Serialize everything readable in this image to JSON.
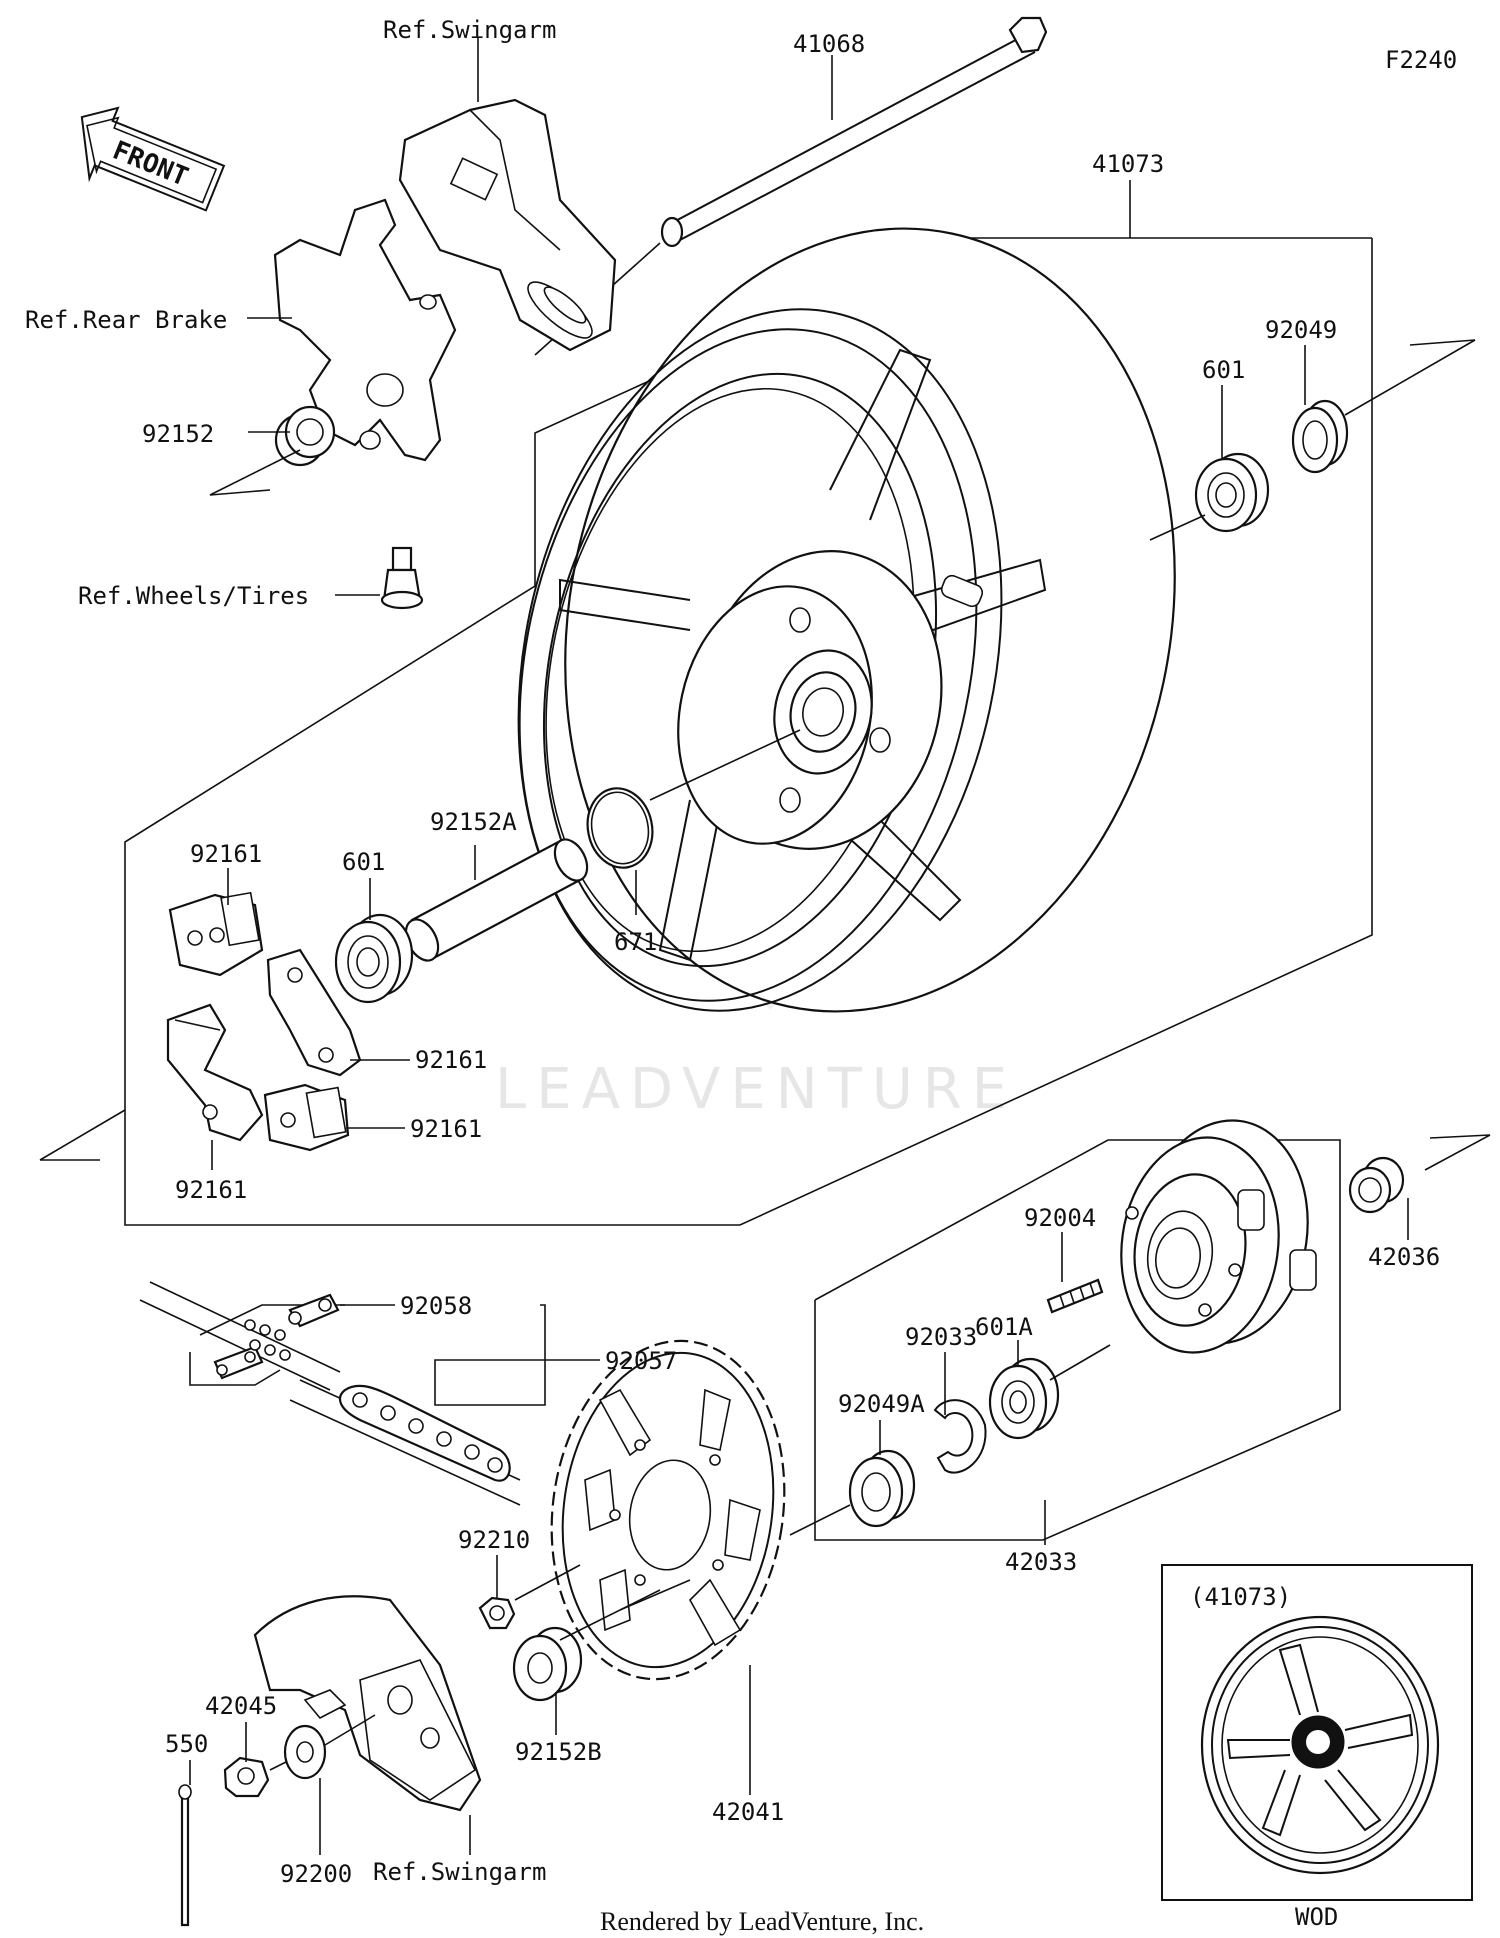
{
  "figure_code": "F2240",
  "front_tag": "FRONT",
  "footer": "Rendered by LeadVenture, Inc.",
  "watermark": "LEADVENTURE",
  "inset": {
    "ref": "(41073)",
    "caption": "WOD"
  },
  "labels": {
    "ref_swingarm_top": "Ref.Swingarm",
    "ref_rear_brake": "Ref.Rear Brake",
    "ref_wheels_tires": "Ref.Wheels/Tires",
    "ref_swingarm_bottom": "Ref.Swingarm",
    "p41068": "41068",
    "p41073": "41073",
    "p92049": "92049",
    "p601_right": "601",
    "p92152": "92152",
    "p92152A": "92152A",
    "p601_left": "601",
    "p671": "671",
    "p92161_a": "92161",
    "p92161_b": "92161",
    "p92161_c": "92161",
    "p92161_d": "92161",
    "p92004": "92004",
    "p42036": "42036",
    "p601A": "601A",
    "p92033": "92033",
    "p92049A": "92049A",
    "p42033": "42033",
    "p92058": "92058",
    "p92057": "92057",
    "p92210": "92210",
    "p92152B": "92152B",
    "p42041": "42041",
    "p42045": "42045",
    "p550": "550",
    "p92200": "92200"
  }
}
